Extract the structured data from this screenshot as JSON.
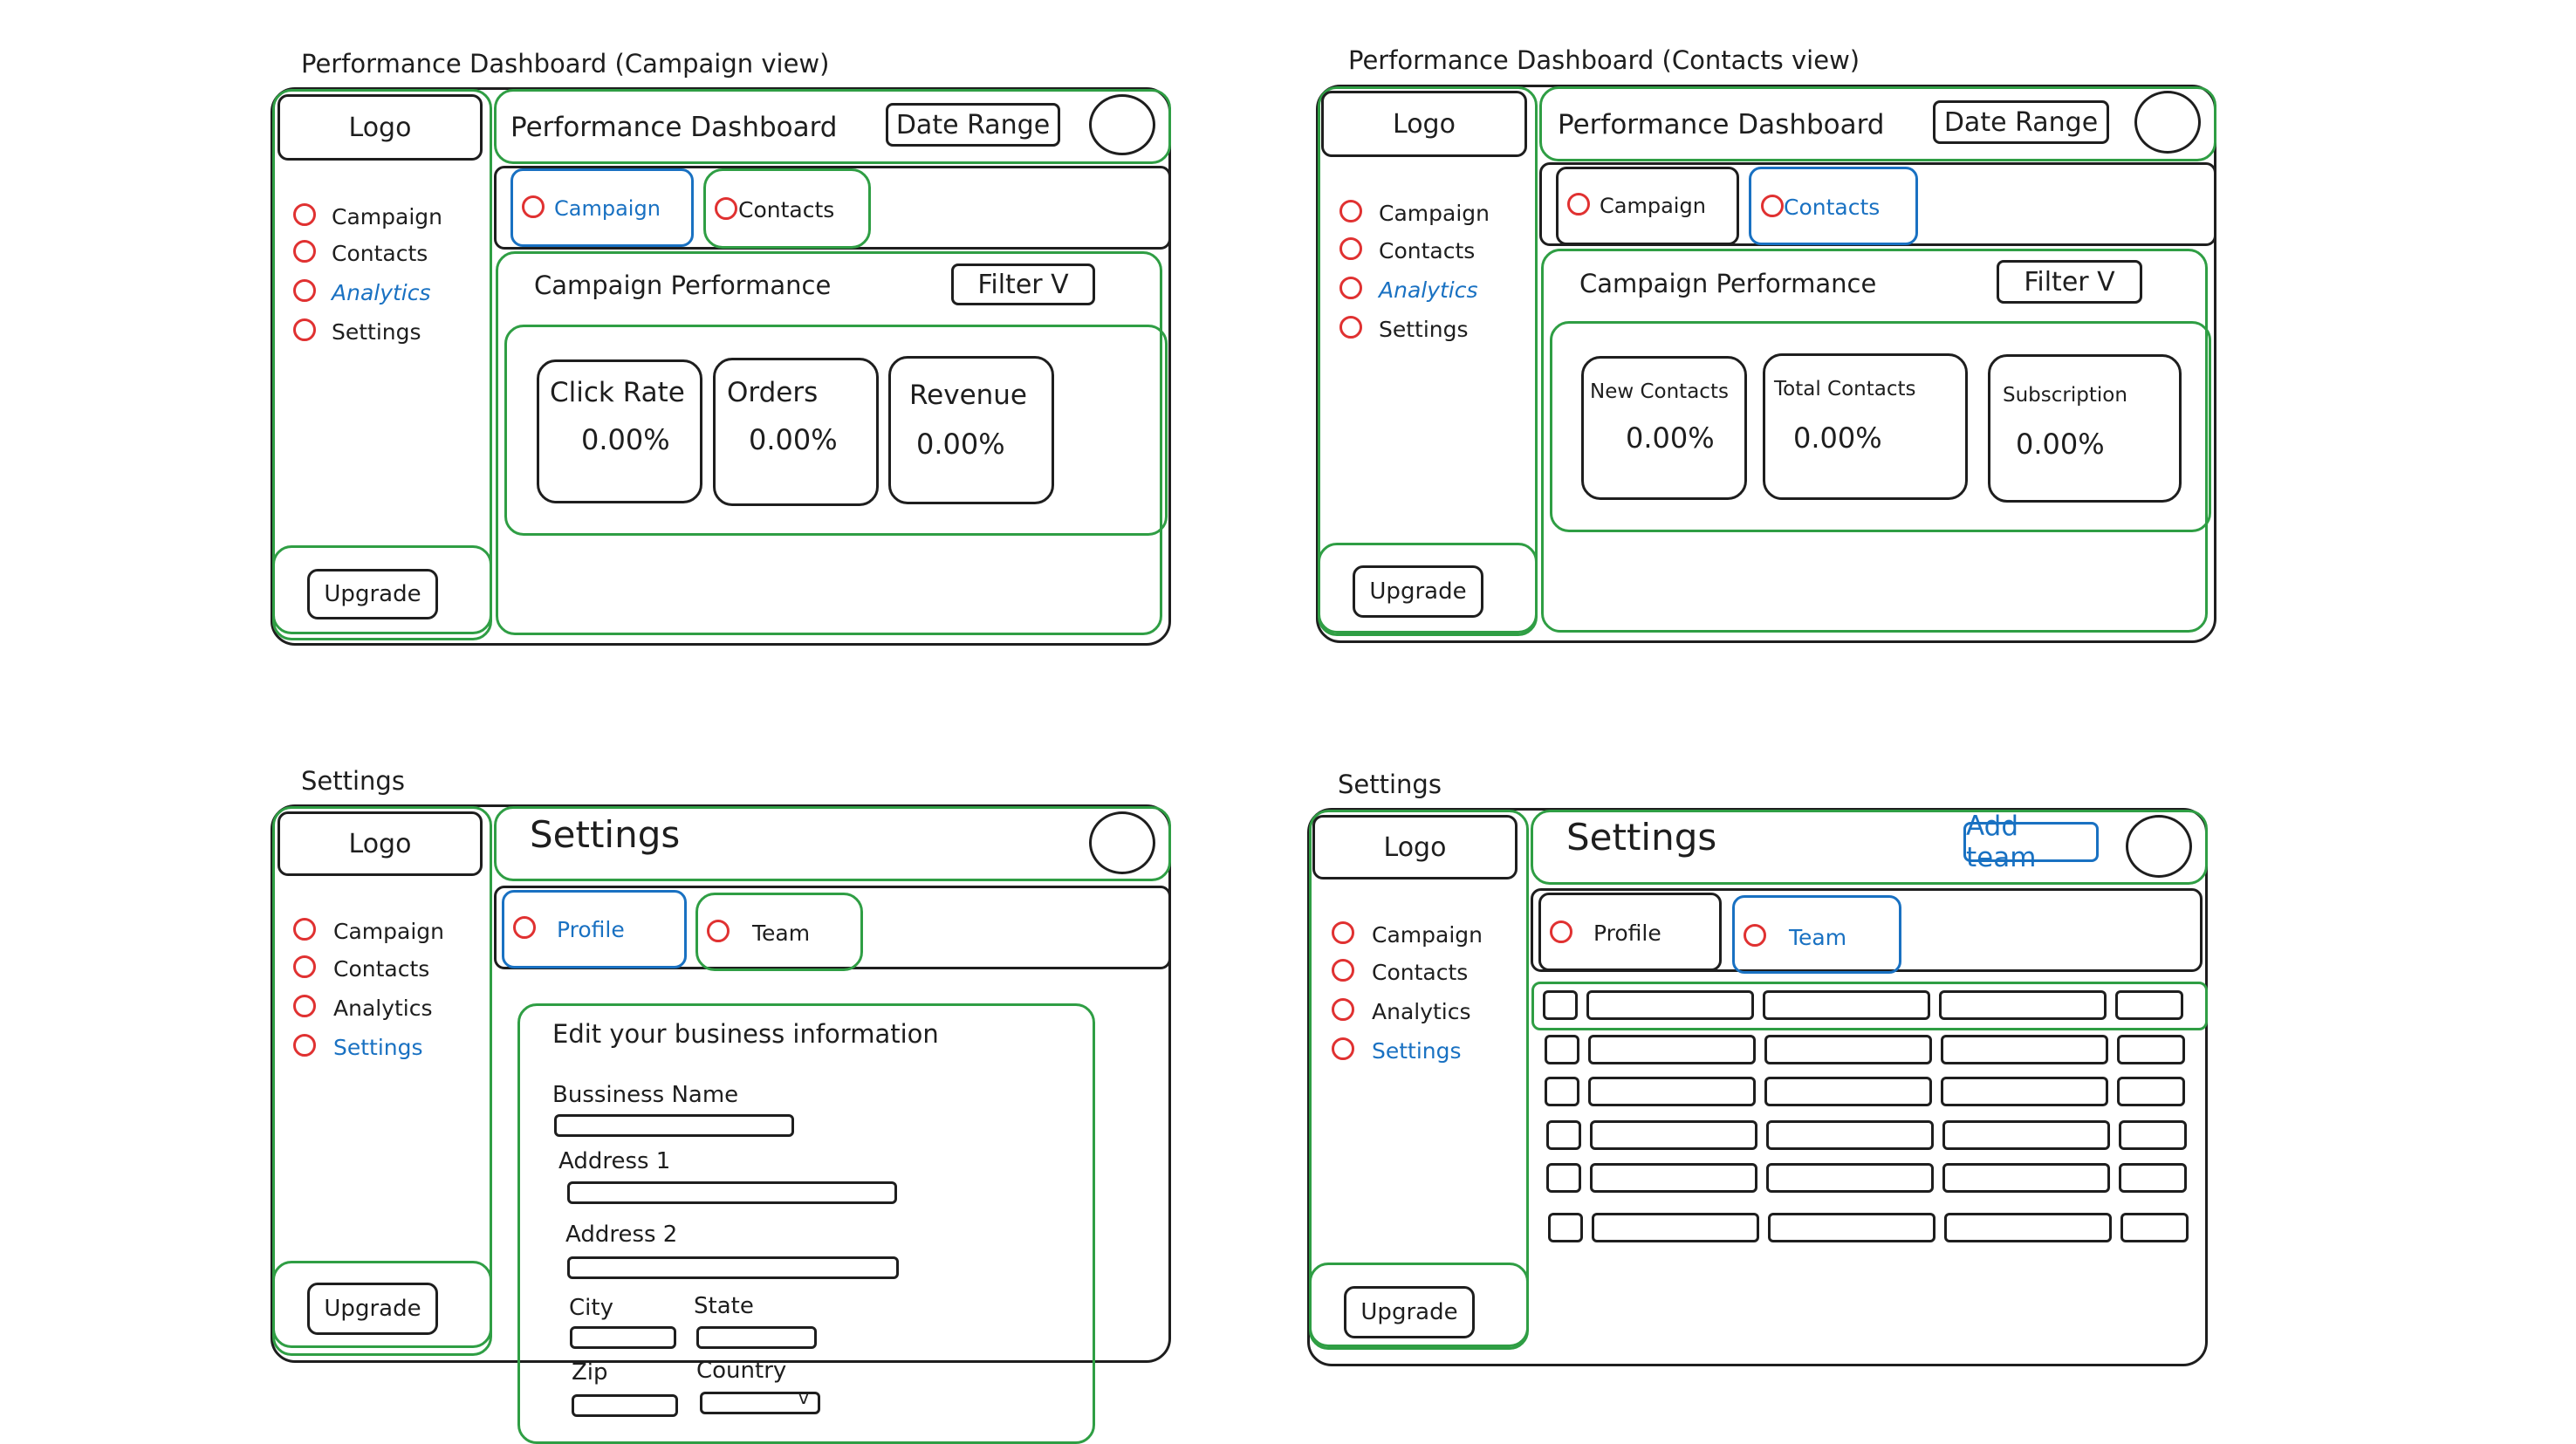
{
  "frames": {
    "campaign": {
      "title": "Performance Dashboard (Campaign view)"
    },
    "contacts": {
      "title": "Performance Dashboard (Contacts view)"
    },
    "settings_profile": {
      "title": "Settings"
    },
    "settings_team": {
      "title": "Settings"
    }
  },
  "common": {
    "logo": "Logo",
    "header_title": "Performance Dashboard",
    "date_range": "Date Range",
    "upgrade": "Upgrade",
    "nav": [
      "Campaign",
      "Contacts",
      "Analytics",
      "Settings"
    ],
    "tabs": [
      "Campaign",
      "Contacts"
    ],
    "section_title": "Campaign Performance",
    "filter": "Filter V"
  },
  "campaign_metrics": [
    {
      "label": "Click Rate",
      "value": "0.00%"
    },
    {
      "label": "Orders",
      "value": "0.00%"
    },
    {
      "label": "Revenue",
      "value": "0.00%"
    }
  ],
  "contacts_metrics": [
    {
      "label": "New Contacts",
      "value": "0.00%"
    },
    {
      "label": "Total Contacts",
      "value": "0.00%"
    },
    {
      "label": "Subscription",
      "value": "0.00%"
    }
  ],
  "settings": {
    "title": "Settings",
    "tabs": [
      "Profile",
      "Team"
    ],
    "form_title": "Edit your business information",
    "fields": {
      "business_name": "Bussiness Name",
      "address1": "Address 1",
      "address2": "Address 2",
      "city": "City",
      "state": "State",
      "zip": "Zip",
      "country": "Country",
      "country_caret": "v"
    },
    "add_team": "Add team"
  },
  "colors": {
    "ink": "#1e1e1e",
    "green": "#2f9e44",
    "blue": "#1971c2",
    "red": "#e03131"
  }
}
